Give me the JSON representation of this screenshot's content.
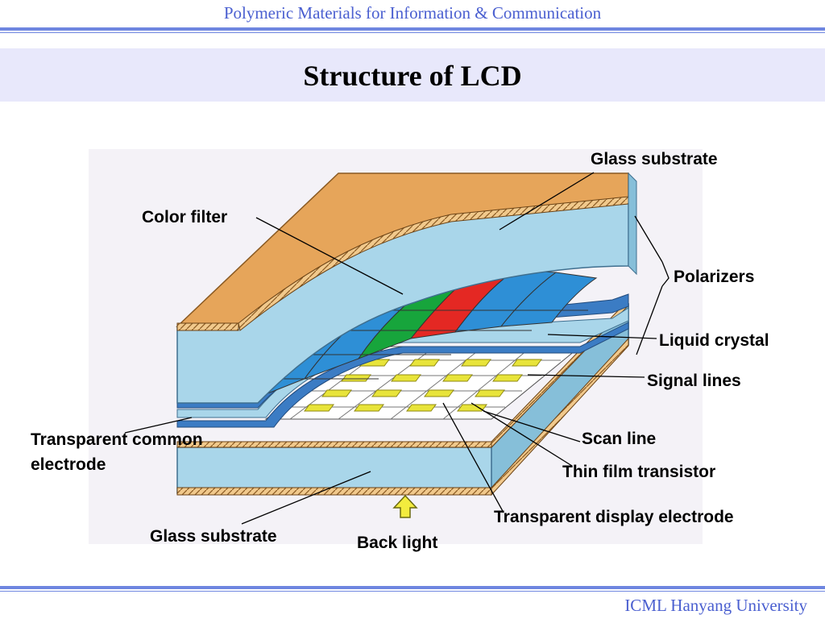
{
  "header": {
    "course_title": "Polymeric Materials for Information & Communication"
  },
  "slide": {
    "title": "Structure of LCD"
  },
  "footer": {
    "institution": "ICML Hanyang University"
  },
  "diagram": {
    "labels": {
      "glass_substrate_top": "Glass substrate",
      "color_filter": "Color filter",
      "polarizers": "Polarizers",
      "liquid_crystal": "Liquid crystal",
      "signal_lines": "Signal lines",
      "transparent_common_electrode_line1": "Transparent common",
      "transparent_common_electrode_line2": "electrode",
      "scan_line": "Scan line",
      "thin_film_transistor": "Thin film transistor",
      "transparent_display_electrode": "Transparent display electrode",
      "glass_substrate_bottom": "Glass substrate",
      "back_light": "Back light"
    },
    "colors": {
      "accent": "#4a5fd0",
      "glass": "#a9d6ea",
      "substrate_edge": "#e3a45c",
      "polarizer": "#3b7cc4",
      "filter_red": "#e42823",
      "filter_green": "#17a53c",
      "filter_blue": "#2e8fd6",
      "tft": "#e8e43a",
      "back_light_arrow": "#f3ec3e"
    }
  }
}
